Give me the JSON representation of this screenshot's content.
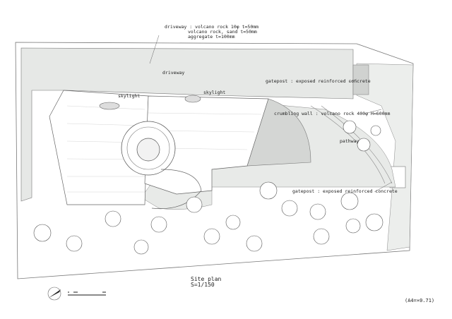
{
  "annotations": {
    "driveway_spec": [
      "driveway : volcano rock 10φ  t=50mm",
      "volcano rock, sand  t=50mm",
      "aggregate t=100mm"
    ],
    "driveway": "driveway",
    "skylight_1": "skylight",
    "skylight_2": "skylight",
    "gatepost_top": "gatepost : exposed reinforced concrete",
    "crumbling_wall": "crumbling wall : volcano rock 400φ H=600mm",
    "pathway": "pathway",
    "gatepost_bottom": "gatepost : exposed reinforced concrete"
  },
  "title": {
    "name": "Site plan",
    "scale": "S=1/150"
  },
  "paper_note": "(A4=×0.71)",
  "colors": {
    "line": "#555555",
    "fill": "#e6e8e6",
    "paving": "#d4d6d4"
  }
}
